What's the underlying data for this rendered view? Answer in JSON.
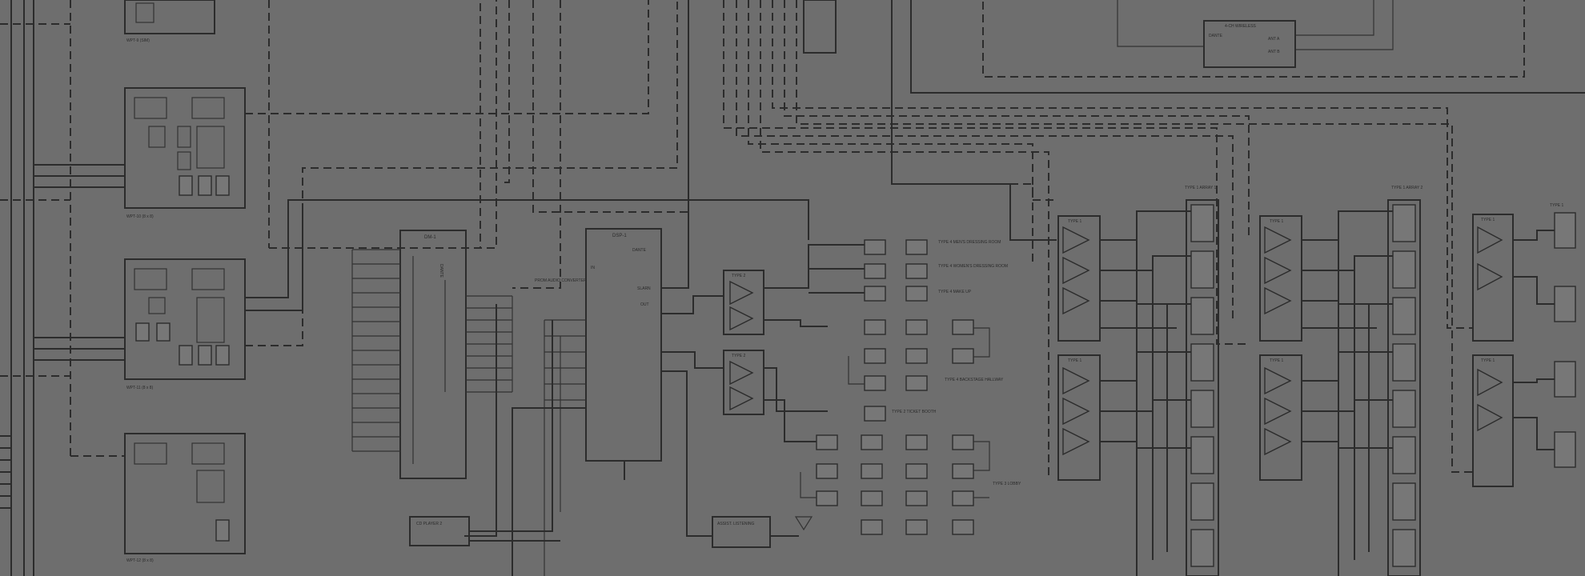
{
  "diagram": {
    "panels": [
      {
        "id": "wall-panel-top",
        "label": "WPT-9 (SIM)"
      },
      {
        "id": "wall-panel-10",
        "label": "WPT-10 (8 x 8)"
      },
      {
        "id": "wall-panel-11",
        "label": "WPT-11 (8 x 8)"
      },
      {
        "id": "wall-panel-12",
        "label": "WPT-12 (8 x 8)"
      }
    ],
    "mixer": {
      "label": "DM-1",
      "dante": "DANTE"
    },
    "dsp": {
      "label": "DSP-1",
      "dante": "DANTE",
      "slarn": "SLARN",
      "out": "OUT",
      "in": "IN"
    },
    "converter": {
      "label": "PROM AUDIO CONVERTER"
    },
    "cd_player": {
      "label": "CD PLAYER 2"
    },
    "assist_listening": {
      "label": "ASSIST. LISTENING"
    },
    "wireless": {
      "label": "4-CH WIRELESS",
      "dante": "DANTE",
      "ant_a": "ANT A",
      "ant_b": "ANT B"
    },
    "amp_type2_a": {
      "label": "TYPE 2"
    },
    "amp_type2_b": {
      "label": "TYPE 2"
    },
    "zones": [
      {
        "id": "mens-dressing",
        "label": "TYPE 4 MEN'S DRESSING ROOM"
      },
      {
        "id": "womens-dressing",
        "label": "TYPE 4 WOMEN'S DRESSING ROOM"
      },
      {
        "id": "make-up",
        "label": "TYPE 4 MAKE UP"
      },
      {
        "id": "backstage",
        "label": "TYPE 4 BACKSTAGE HALLWAY"
      },
      {
        "id": "ticket-booth",
        "label": "TYPE 2 TICKET BOOTH"
      },
      {
        "id": "lobby",
        "label": "TYPE 3 LOBBY"
      }
    ],
    "arrays": [
      {
        "id": "array-1",
        "label": "TYPE 1 ARRAY 1"
      },
      {
        "id": "array-2",
        "label": "TYPE 1 ARRAY 2"
      },
      {
        "id": "array-3",
        "label": "TYPE 1"
      }
    ],
    "amp_blocks": [
      {
        "label": "TYPE 1"
      },
      {
        "label": "TYPE 1"
      },
      {
        "label": "TYPE 1"
      },
      {
        "label": "TYPE 1"
      },
      {
        "label": "TYPE 1"
      },
      {
        "label": "TYPE 1"
      }
    ]
  }
}
